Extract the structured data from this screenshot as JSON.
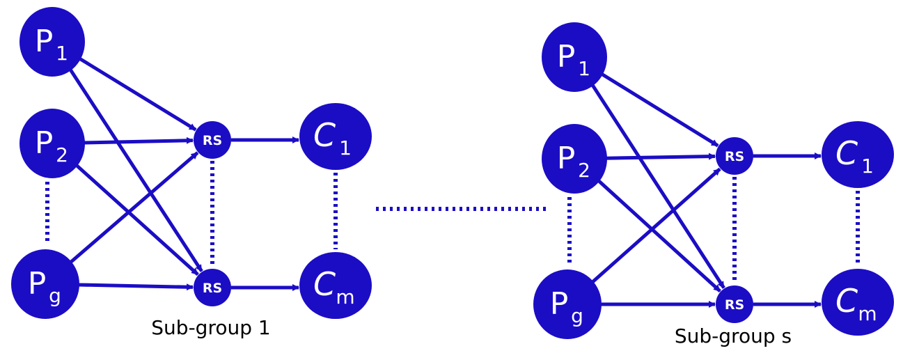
{
  "colors": {
    "node": "#1b0dc4",
    "edge": "#1b0dc4",
    "text": "#ffffff",
    "caption": "#000000"
  },
  "groups": [
    {
      "caption": "Sub-group 1",
      "p1": {
        "main": "P",
        "sub": "1"
      },
      "p2": {
        "main": "P",
        "sub": "2"
      },
      "pg": {
        "main": "P",
        "sub": "g"
      },
      "rs_top": "RS",
      "rs_bottom": "RS",
      "c1": {
        "main": "C",
        "sub": "1"
      },
      "cm": {
        "main": "C",
        "sub": "m"
      }
    },
    {
      "caption": "Sub-group s",
      "p1": {
        "main": "P",
        "sub": "1"
      },
      "p2": {
        "main": "P",
        "sub": "2"
      },
      "pg": {
        "main": "P",
        "sub": "g"
      },
      "rs_top": "RS",
      "rs_bottom": "RS",
      "c1": {
        "main": "C",
        "sub": "1"
      },
      "cm": {
        "main": "C",
        "sub": "m"
      }
    }
  ]
}
